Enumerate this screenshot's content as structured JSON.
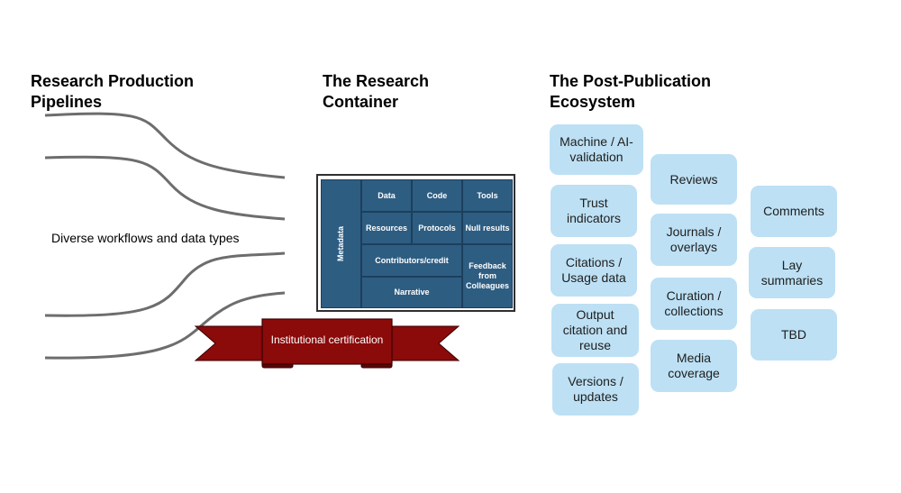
{
  "headings": {
    "pipelines": "Research Production\nPipelines",
    "container": "The Research\nContainer",
    "ecosystem": "The Post-Publication\nEcosystem"
  },
  "workflows_label": "Diverse workflows and data types",
  "container": {
    "metadata": "Metadata",
    "data": "Data",
    "code": "Code",
    "tools": "Tools",
    "resources": "Resources",
    "protocols": "Protocols",
    "null_results": "Null results",
    "contributors": "Contributors/credit",
    "feedback": "Feedback from Colleagues",
    "narrative": "Narrative"
  },
  "certification": "Institutional certification",
  "ecosystem": [
    "Machine / AI-validation",
    "Trust indicators",
    "Citations / Usage data",
    "Output citation and reuse",
    "Versions / updates",
    "Reviews",
    "Journals / overlays",
    "Curation / collections",
    "Media coverage",
    "Comments",
    "Lay summaries",
    "TBD"
  ],
  "colors": {
    "container_cell": "#2e5d82",
    "ribbon": "#8b0a0a",
    "eco_box": "#bde0f4",
    "flow_line": "#6d6d6d"
  }
}
